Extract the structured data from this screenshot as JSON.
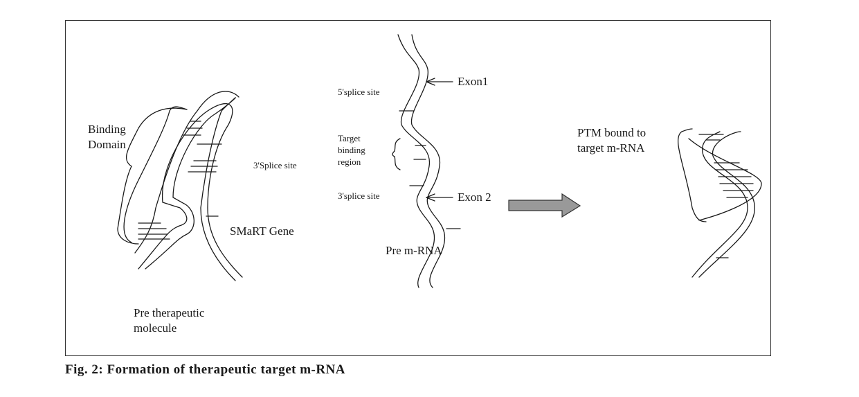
{
  "labels": {
    "binding_domain": "Binding Domain",
    "splice_3_left": "3'Splice site",
    "smart_gene": "SMaRT Gene",
    "pre_therapeutic": "Pre therapeutic molecule",
    "splice_5": "5'splice site",
    "target_binding": "Target binding region",
    "splice_3_mid": "3'splice site",
    "exon1": "Exon1",
    "exon2": "Exon 2",
    "pre_mrna": "Pre m-RNA",
    "ptm_bound": "PTM bound to target m-RNA"
  },
  "caption": "Fig. 2: Formation of therapeutic target m-RNA",
  "arrow_color": "#999999"
}
